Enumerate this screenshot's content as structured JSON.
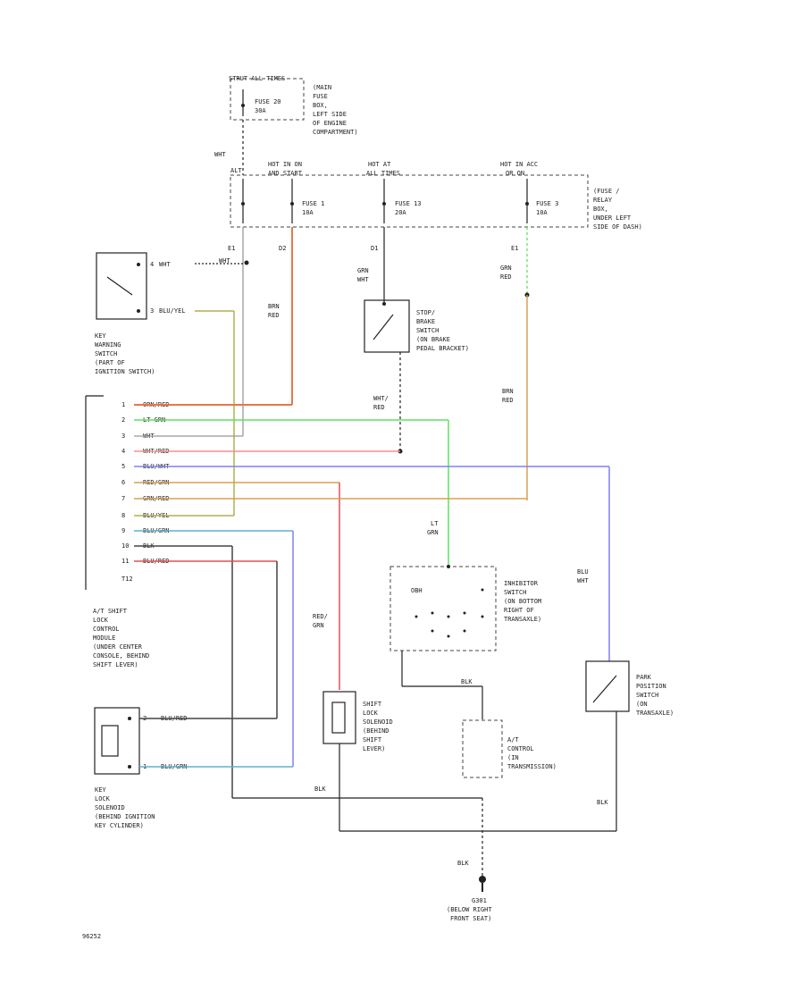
{
  "colors": {
    "orange": "#e8764a",
    "green": "#5fe05f",
    "white": "#9a9a9a",
    "pink": "#f09090",
    "blue": "#8080f0",
    "tan": "#d8a050",
    "olive": "#b0b050",
    "cyan": "#60b0c8",
    "black": "#333333",
    "red": "#e05050"
  },
  "top_block": {
    "title": "STRUT ALL TIMES",
    "fuse_label": "FUSE 20",
    "fuse_amp": "30A",
    "location": [
      "(MAIN",
      "FUSE",
      "BOX,",
      "LEFT SIDE",
      "OF ENGINE",
      "COMPARTMENT)"
    ]
  },
  "wire_top": {
    "label": "WHT"
  },
  "fuse_block": {
    "hot_run_label": [
      "HOT IN ON",
      "AND START"
    ],
    "hot_all_label": [
      "HOT AT",
      "ALL TIMES"
    ],
    "hot_acc_label": [
      "HOT IN ACC",
      "OR ON"
    ],
    "alt_label": "ALT",
    "fuse1": [
      "FUSE 1",
      "10A"
    ],
    "fuse13": [
      "FUSE 13",
      "20A"
    ],
    "fuse3": [
      "FUSE 3",
      "10A"
    ],
    "location": [
      "(FUSE /",
      "RELAY",
      "BOX,",
      "UNDER LEFT",
      "SIDE OF DASH)"
    ]
  },
  "terminals": {
    "e1": "E1",
    "d2": "D2",
    "d1": "D1",
    "e1b": "E1"
  },
  "wires": {
    "wht_e1": "WHT",
    "brn_red": [
      "BRN",
      "RED"
    ],
    "grn_wht": [
      "GRN",
      "WHT"
    ],
    "grn_red": [
      "GRN",
      "RED"
    ],
    "wht_red": [
      "WHT/",
      "RED"
    ],
    "brn_red2": [
      "BRN",
      "RED"
    ],
    "lt_grn": [
      "LT",
      "GRN"
    ],
    "blu_wht": [
      "BLU",
      "WHT"
    ],
    "red_grn": [
      "RED/",
      "GRN"
    ],
    "blk_mid": "BLK",
    "blk_left": "BLK",
    "blk_right": "BLK",
    "blk_ground": "BLK"
  },
  "key_switch": {
    "pin1": "4",
    "pin1_wire": "WHT",
    "pin2": "3",
    "pin2_wire": "BLU/YEL",
    "label": [
      "KEY",
      "WARNING",
      "SWITCH",
      "(PART OF",
      "IGNITION SWITCH)"
    ]
  },
  "brake_switch": {
    "label": [
      "STOP/",
      "BRAKE",
      "SWITCH",
      "(ON BRAKE",
      "PEDAL BRACKET)"
    ]
  },
  "connector": {
    "pins": [
      {
        "num": "1",
        "wire": "ORN/RED"
      },
      {
        "num": "2",
        "wire": "LT GRN"
      },
      {
        "num": "3",
        "wire": "WHT"
      },
      {
        "num": "4",
        "wire": "WHT/RED"
      },
      {
        "num": "5",
        "wire": "BLU/WHT"
      },
      {
        "num": "6",
        "wire": "RED/GRN"
      },
      {
        "num": "7",
        "wire": "GRN/RED"
      },
      {
        "num": "8",
        "wire": "BLU/YEL"
      },
      {
        "num": "9",
        "wire": "BLU/GRN"
      },
      {
        "num": "10",
        "wire": "BLK"
      },
      {
        "num": "11",
        "wire": "BLU/RED"
      }
    ],
    "name": "T12",
    "label": [
      "A/T SHIFT",
      "LOCK",
      "CONTROL",
      "MODULE",
      "(UNDER CENTER",
      "CONSOLE, BEHIND",
      "SHIFT LEVER)"
    ]
  },
  "inhibitor": {
    "grid": "OBH",
    "label": [
      "INHIBITOR",
      "SWITCH",
      "(ON BOTTOM",
      "RIGHT OF",
      "TRANSAXLE)"
    ]
  },
  "park_switch": {
    "label": [
      "PARK",
      "POSITION",
      "SWITCH",
      "(ON",
      "TRANSAXLE)"
    ]
  },
  "solenoid": {
    "label": [
      "SHIFT",
      "LOCK",
      "SOLENOID",
      "(BEHIND",
      "SHIFT",
      "LEVER)"
    ]
  },
  "at_control": {
    "label": [
      "A/T",
      "CONTROL",
      "(IN",
      "TRANSMISSION)"
    ]
  },
  "key_solenoid": {
    "pin_top": "2",
    "pin_top_wire": "BLU/RED",
    "pin_bot": "1",
    "pin_bot_wire": "BLU/GRN",
    "label": [
      "KEY",
      "LOCK",
      "SOLENOID",
      "(BEHIND IGNITION",
      "KEY CYLINDER)"
    ]
  },
  "ground": {
    "label": [
      "G301",
      "(BELOW RIGHT",
      "FRONT SEAT)"
    ]
  },
  "footer_code": "96252"
}
